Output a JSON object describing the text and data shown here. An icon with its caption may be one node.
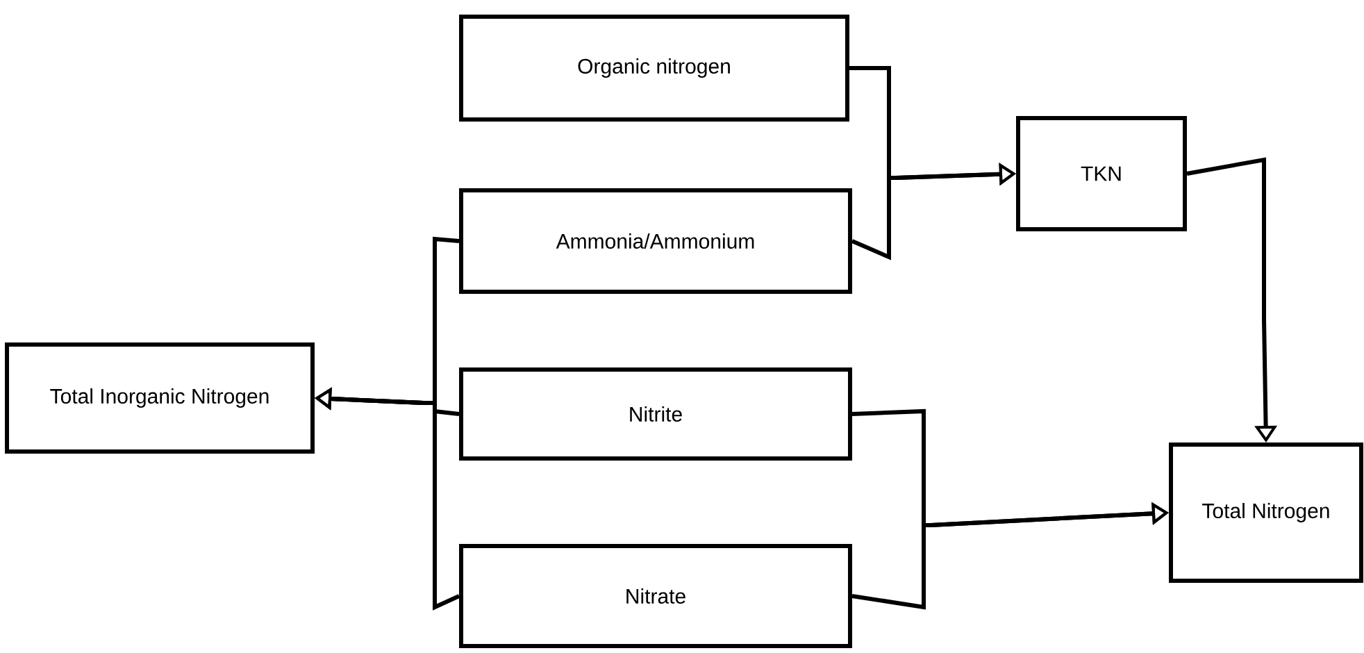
{
  "diagram": {
    "nodes": [
      {
        "text": [
          "Organic nitrogen"
        ]
      },
      {
        "text": [
          "Ammonia/Ammonium"
        ]
      },
      {
        "text": [
          "Nitrite"
        ]
      },
      {
        "text": [
          "Nitrate"
        ]
      },
      {
        "text": [
          "TKN"
        ]
      },
      {
        "text": [
          "Total Inorganic Nitrogen"
        ]
      },
      {
        "text": [
          "Total Nitrogen"
        ]
      }
    ],
    "edges": [
      {
        "from": 0,
        "to": 4,
        "arrow": "to"
      },
      {
        "from": 1,
        "to": 4,
        "arrow": "to"
      },
      {
        "from": 1,
        "to": 5,
        "arrow": "to"
      },
      {
        "from": 2,
        "to": 5,
        "arrow": "to"
      },
      {
        "from": 3,
        "to": 5,
        "arrow": "to"
      },
      {
        "from": 2,
        "to": 6,
        "arrow": "to"
      },
      {
        "from": 3,
        "to": 6,
        "arrow": "to"
      },
      {
        "from": 4,
        "to": 6,
        "arrow": "to"
      }
    ]
  }
}
